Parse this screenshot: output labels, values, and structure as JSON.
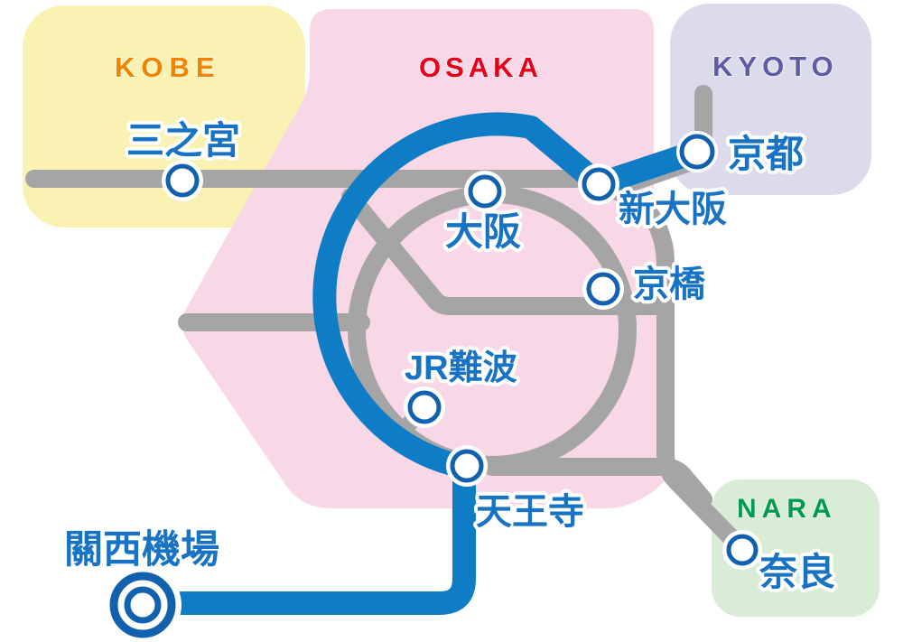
{
  "regions": {
    "kobe": {
      "label": "KOBE",
      "bg_color": "#f9f2b2",
      "label_color": "#f08300"
    },
    "osaka": {
      "label": "OSAKA",
      "bg_color": "#f8d8e6",
      "label_color": "#e60019"
    },
    "kyoto": {
      "label": "KYOTO",
      "bg_color": "#dcdbec",
      "label_color": "#5e5ca6"
    },
    "nara": {
      "label": "NARA",
      "bg_color": "#d9ecd6",
      "label_color": "#009b4e"
    }
  },
  "stations": {
    "sannomiya": {
      "label": "三之宮"
    },
    "osaka": {
      "label": "大阪"
    },
    "shin_osaka": {
      "label": "新大阪"
    },
    "kyoto": {
      "label": "京都"
    },
    "kyobashi": {
      "label": "京橋"
    },
    "jr_namba": {
      "label": "JR難波"
    },
    "tennoji": {
      "label": "天王寺"
    },
    "nara": {
      "label": "奈良"
    },
    "kansai_airport": {
      "label": "關西機場"
    }
  },
  "palette": {
    "jr_line_gray": "#a5a5a5",
    "express_line_blue": "#0f7dc5",
    "station_ring_blue": "#1161ae",
    "station_text_blue": "#1973c5",
    "page_background": "#ffffff"
  }
}
